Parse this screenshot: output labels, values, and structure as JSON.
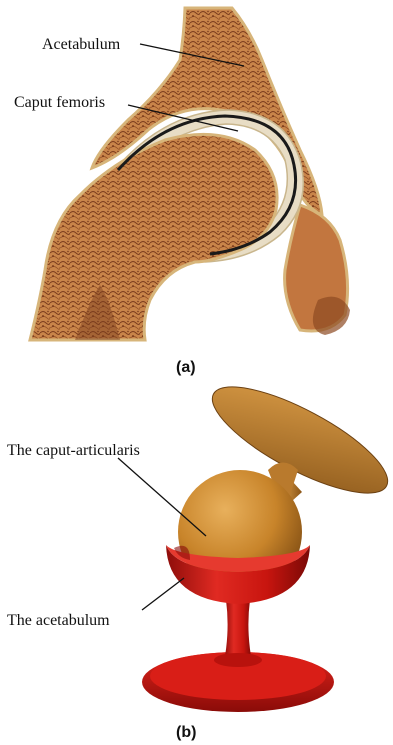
{
  "panel_a": {
    "labels": {
      "acetabulum": "Acetabulum",
      "caput_femoris": "Caput femoris"
    },
    "caption": "(a)",
    "colors": {
      "bone_texture": "#b8733f",
      "bone_dark": "#7a3b1c",
      "bone_outline": "#d7b57a",
      "cartilage": "#e8ddc5",
      "joint_line": "#1a1a1a"
    }
  },
  "panel_b": {
    "labels": {
      "caput_articularis": "The caput-articularis",
      "acetabulum": "The acetabulum"
    },
    "caption": "(b)",
    "colors": {
      "ball": "#c8842a",
      "disc": "#b7772a",
      "cup": "#d41a14",
      "base": "#c01410"
    }
  }
}
